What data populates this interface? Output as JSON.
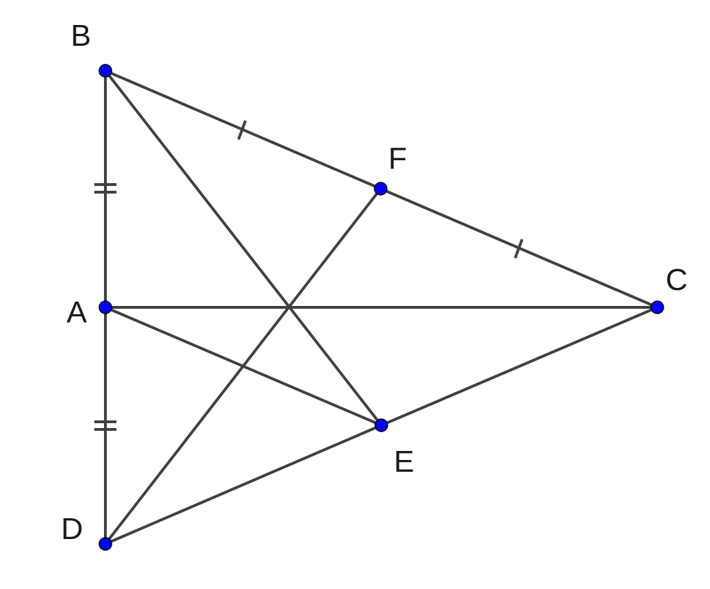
{
  "diagram": {
    "point_color": "#0000ff",
    "line_color": "#404040",
    "points": [
      {
        "id": "B",
        "label": "B"
      },
      {
        "id": "F",
        "label": "F"
      },
      {
        "id": "C",
        "label": "C"
      },
      {
        "id": "A",
        "label": "A"
      },
      {
        "id": "E",
        "label": "E"
      },
      {
        "id": "D",
        "label": "D"
      }
    ],
    "segments": [
      [
        "B",
        "A"
      ],
      [
        "A",
        "D"
      ],
      [
        "B",
        "F"
      ],
      [
        "F",
        "C"
      ],
      [
        "A",
        "C"
      ],
      [
        "B",
        "E"
      ],
      [
        "A",
        "E"
      ],
      [
        "E",
        "C"
      ],
      [
        "D",
        "E"
      ],
      [
        "D",
        "F"
      ]
    ],
    "equal_marks": [
      {
        "segments": [
          [
            "B",
            "F"
          ],
          [
            "F",
            "C"
          ]
        ],
        "ticks": 1
      },
      {
        "segments": [
          [
            "B",
            "A"
          ],
          [
            "A",
            "D"
          ]
        ],
        "ticks": 2
      }
    ]
  }
}
